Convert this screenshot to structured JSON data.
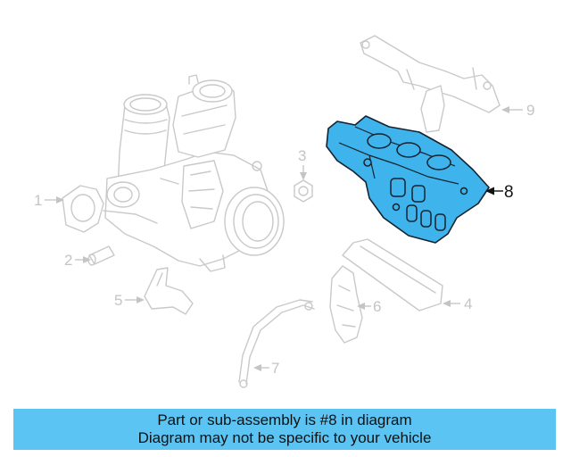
{
  "callouts": {
    "c1": "1",
    "c2": "2",
    "c3": "3",
    "c4": "4",
    "c5": "5",
    "c6": "6",
    "c7": "7",
    "c8": "8",
    "c9": "9"
  },
  "highlighted_part": "8",
  "colors": {
    "highlight": "#3fb3ec",
    "banner": "#5bc4f2",
    "ghost": "#c9c9c9"
  },
  "banner": {
    "line1": "Part or sub-assembly is #8 in diagram",
    "line2": "Diagram may not be specific to your vehicle"
  }
}
